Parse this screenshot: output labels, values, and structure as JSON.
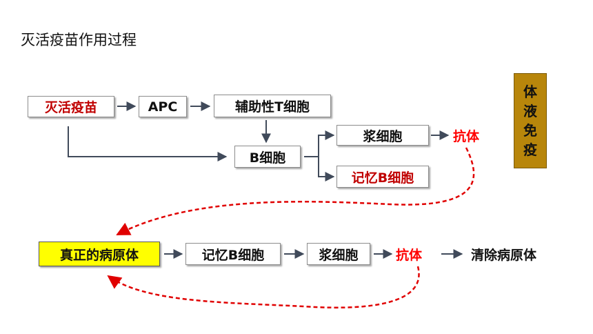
{
  "title": "灭活疫苗作用过程",
  "top_flow": {
    "vaccine": "灭活疫苗",
    "apc": "APC",
    "helper_t": "辅助性T细胞",
    "b_cell": "B细胞",
    "plasma": "浆细胞",
    "memory_b": "记忆B细胞",
    "antibody": "抗体"
  },
  "side_tag": {
    "chars": [
      "体",
      "液",
      "免",
      "疫"
    ],
    "color": "#b8860b"
  },
  "bottom_flow": {
    "pathogen": "真正的病原体",
    "memory_b": "记忆B细胞",
    "plasma": "浆细胞",
    "antibody": "抗体",
    "clear": "清除病原体"
  },
  "colors": {
    "emphasis": "#c00000",
    "antibody": "#ff0000",
    "highlight": "#ffff00",
    "arrow": "#404a5a",
    "feedback": "#e00000"
  }
}
